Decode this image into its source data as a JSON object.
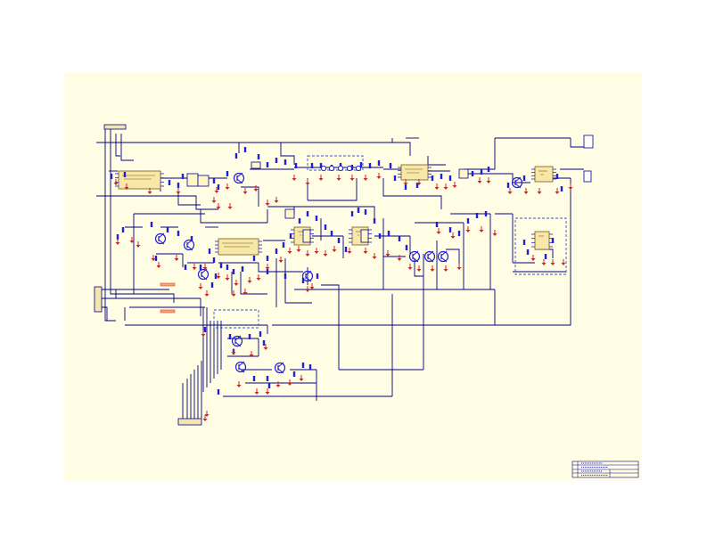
{
  "colors": {
    "page_background": "#ffffff",
    "sheet_background": "#fffde3",
    "wire": "#000080",
    "component": "#1f1fd6",
    "component_dark": "#000099",
    "ground": "#c62828",
    "chip_fill": "#f7e7a8",
    "chip_border": "#7a5b12",
    "dashed_group": "#3355cc"
  },
  "components": {
    "ic_count": 7,
    "transistor_count": 12,
    "connector_count": 4,
    "dashed_groups": 3
  },
  "title_block": {
    "visible": true,
    "lines": 4
  }
}
